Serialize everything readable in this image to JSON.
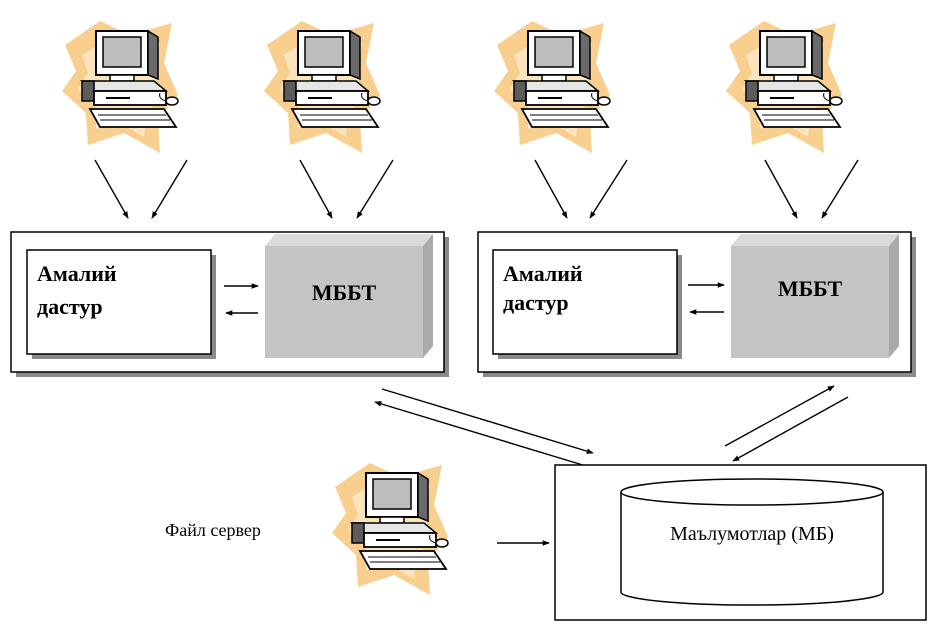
{
  "colors": {
    "burst": "#f9cf8f",
    "burst_inner": "#fbe3bc",
    "mbbt_face": "#c4c4c4",
    "mbbt_side": "#aaaaaa",
    "mbbt_top": "#dadada",
    "shadow": "#8a8a8a",
    "stroke": "#000000"
  },
  "icons": {
    "workstation": "computer-icon",
    "server": "computer-icon"
  },
  "client_groups": [
    {
      "app_line1": "Амалий",
      "app_line2": "дастур",
      "dbms": "МББТ"
    },
    {
      "app_line1": "Амалий",
      "app_line2": "дастур",
      "dbms": "МББТ"
    }
  ],
  "file_server_label": "Файл сервер",
  "database_label": "Маълумотлар (МБ)"
}
